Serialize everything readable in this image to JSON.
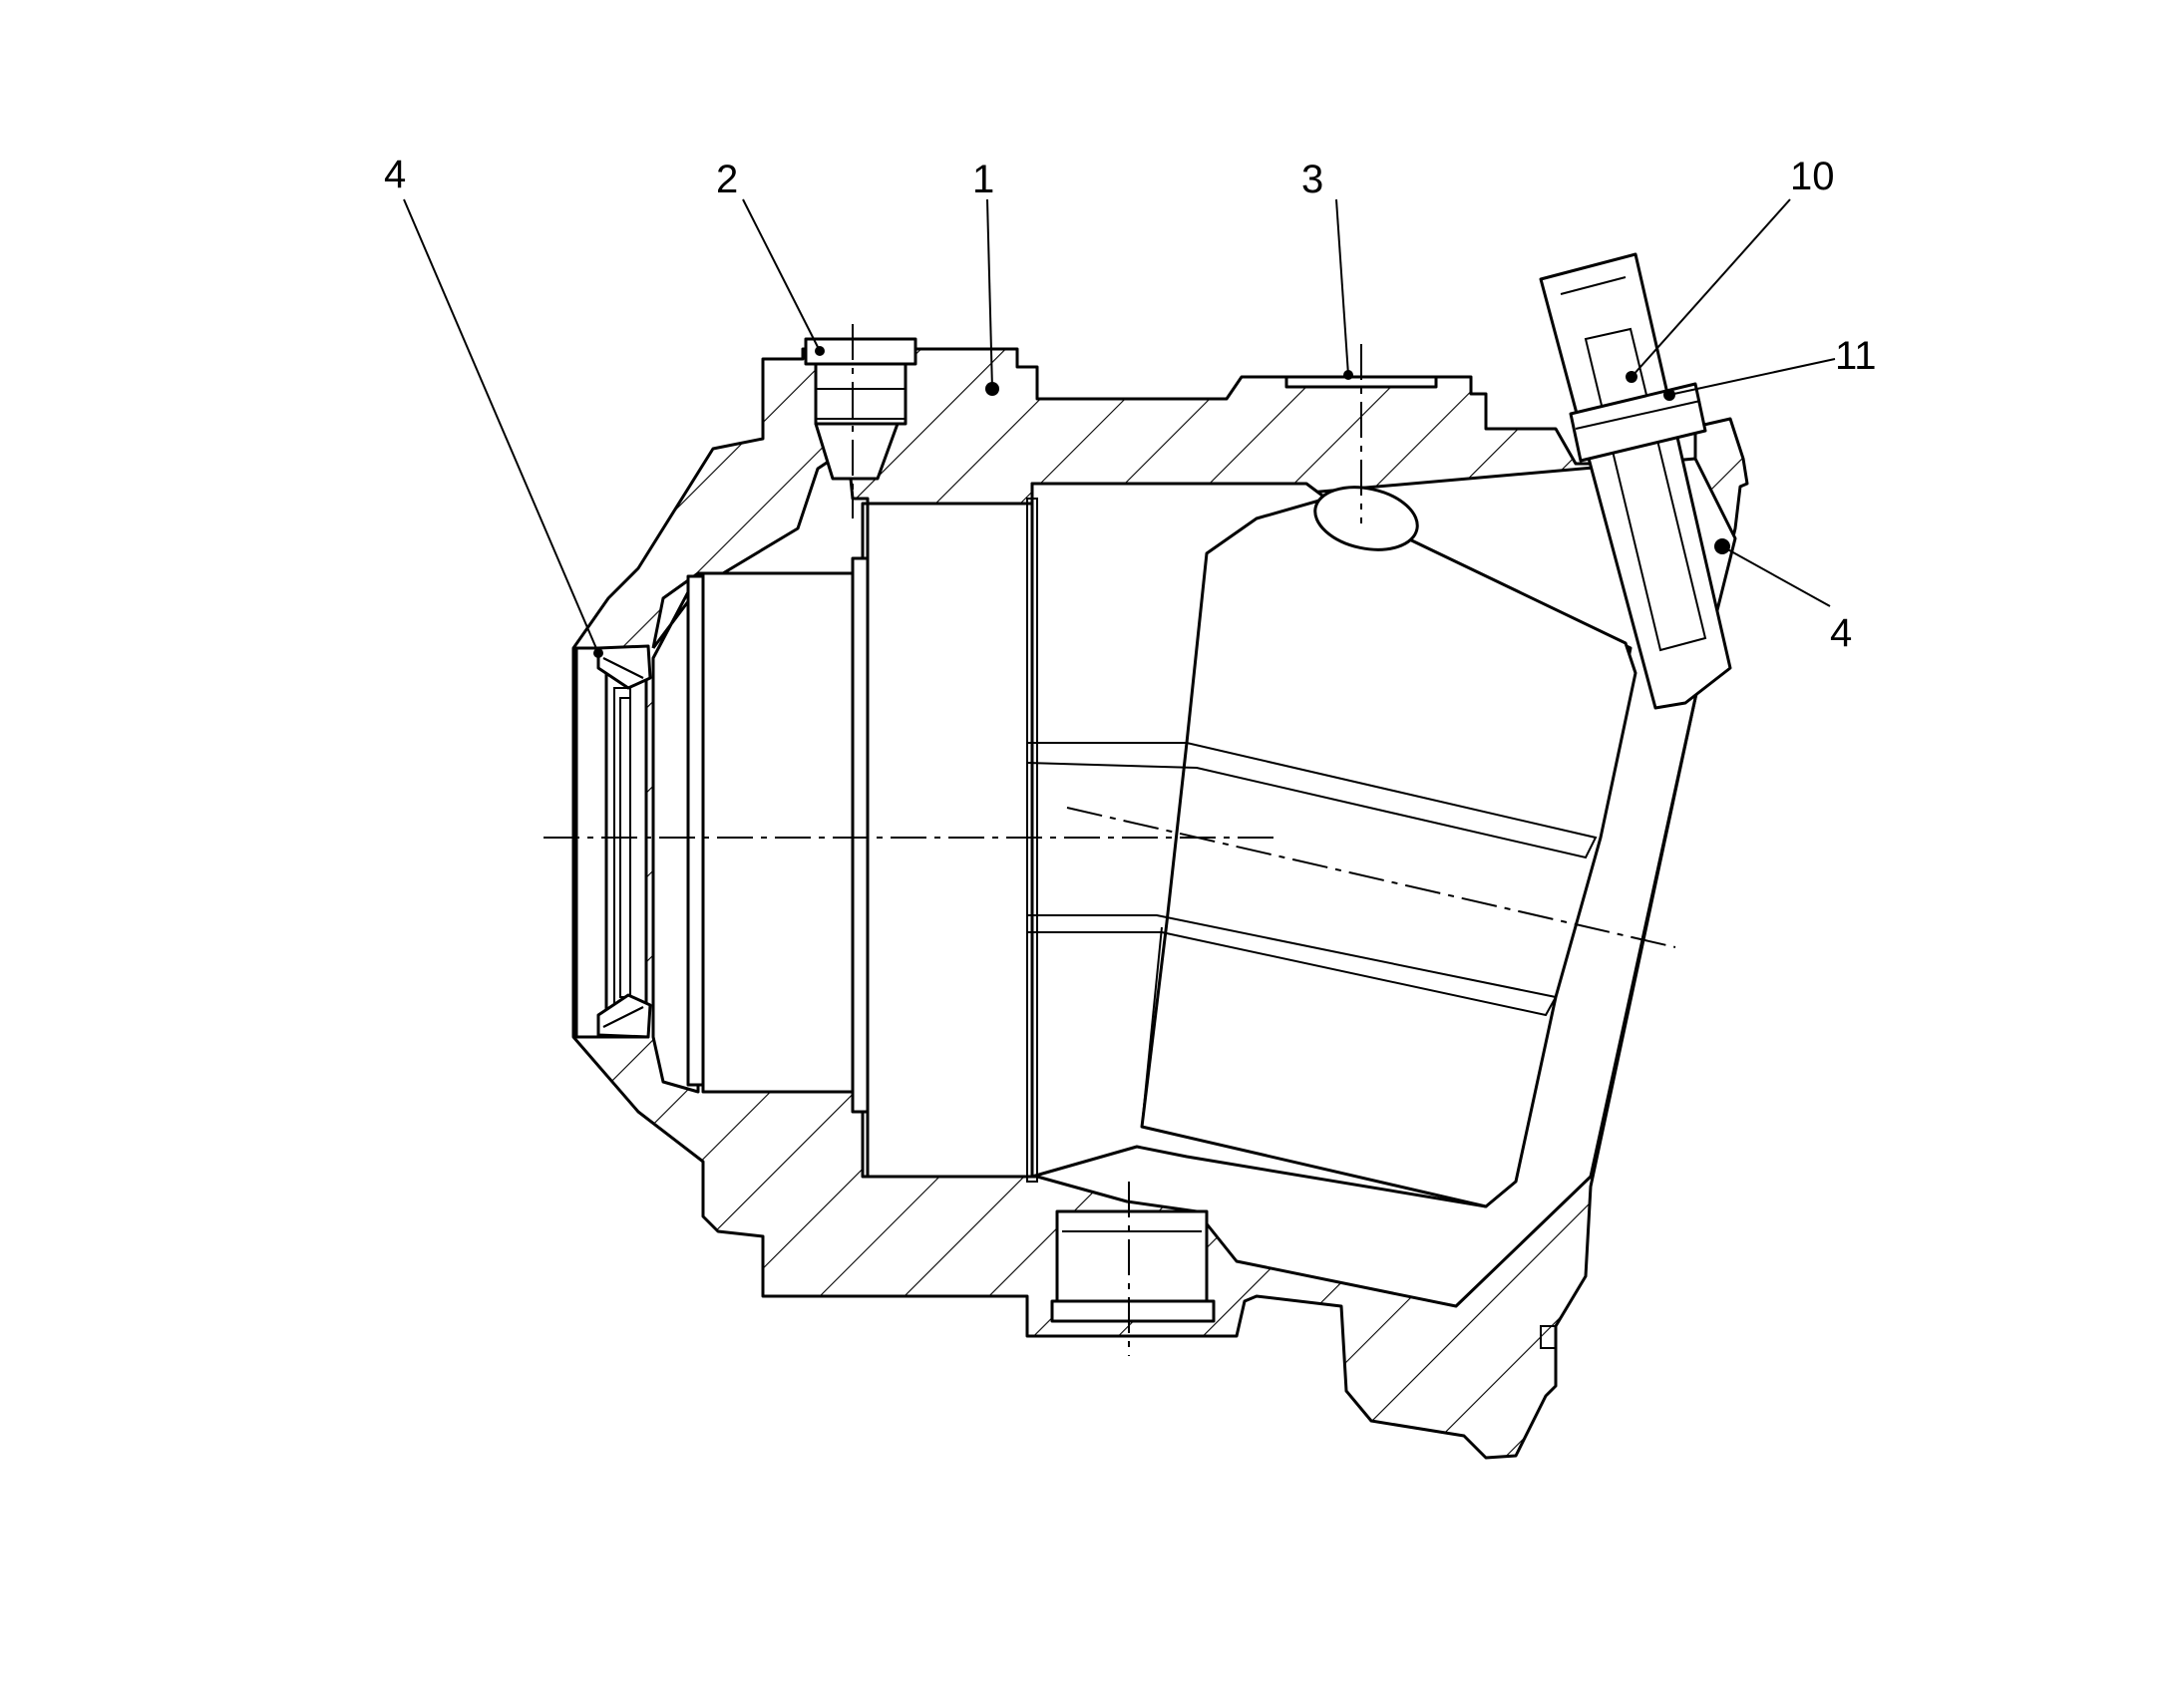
{
  "callouts": [
    {
      "id": "c1",
      "label": "1"
    },
    {
      "id": "c2",
      "label": "2"
    },
    {
      "id": "c3",
      "label": "3"
    },
    {
      "id": "c4a",
      "label": "4"
    },
    {
      "id": "c4b",
      "label": "4"
    },
    {
      "id": "c10",
      "label": "10"
    },
    {
      "id": "c11",
      "label": "11"
    }
  ],
  "colors": {
    "line": "#000000",
    "background": "#ffffff"
  }
}
